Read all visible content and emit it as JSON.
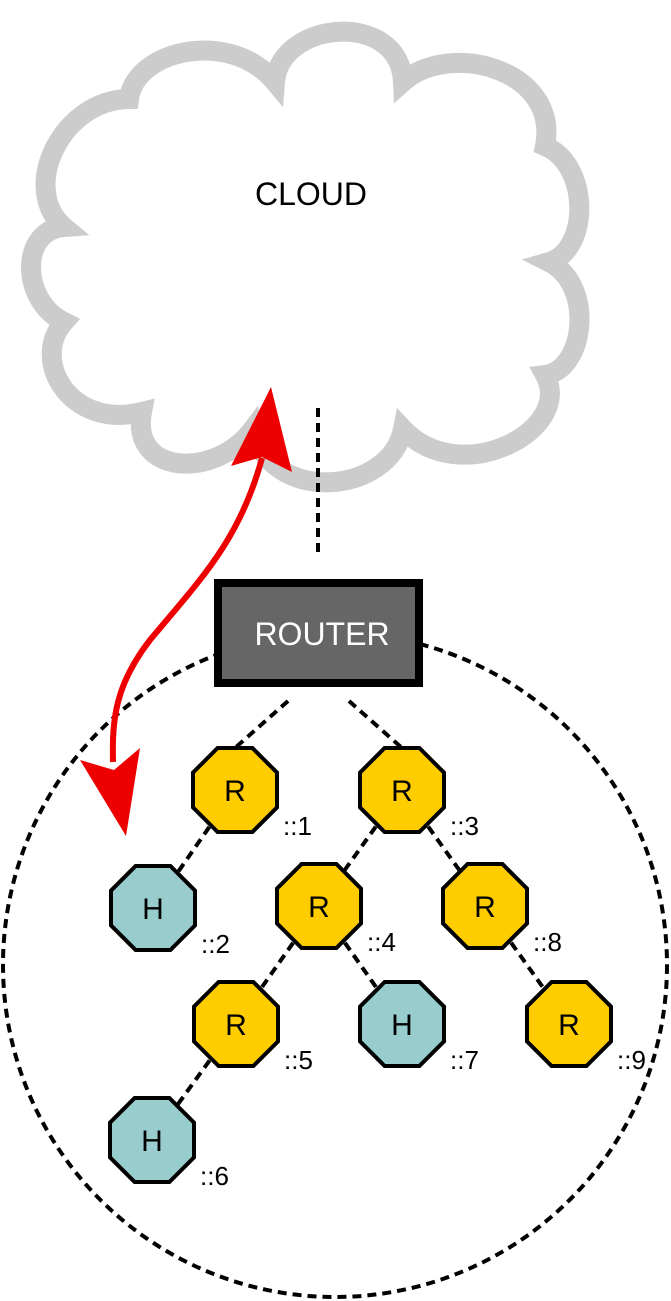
{
  "cloud": {
    "label": "CLOUD",
    "stroke_color": "#cccccc",
    "fill_color": "#ffffff"
  },
  "router": {
    "label": "ROUTER",
    "fill_color": "#666666",
    "border_color": "#000000",
    "text_color": "#ffffff"
  },
  "arrow": {
    "color": "#ee0000",
    "meaning": "bidirectional-connection",
    "from": "cloud",
    "to": "subnet"
  },
  "colors": {
    "router_node": "#ffcc00",
    "host_node": "#99cccc",
    "link": "#000000"
  },
  "nodes": [
    {
      "id": "n1",
      "type": "router",
      "letter": "R",
      "address": "::1"
    },
    {
      "id": "n2",
      "type": "host",
      "letter": "H",
      "address": "::2"
    },
    {
      "id": "n3",
      "type": "router",
      "letter": "R",
      "address": "::3"
    },
    {
      "id": "n4",
      "type": "router",
      "letter": "R",
      "address": "::4"
    },
    {
      "id": "n5",
      "type": "router",
      "letter": "R",
      "address": "::5"
    },
    {
      "id": "n6",
      "type": "host",
      "letter": "H",
      "address": "::6"
    },
    {
      "id": "n7",
      "type": "host",
      "letter": "H",
      "address": "::7"
    },
    {
      "id": "n8",
      "type": "router",
      "letter": "R",
      "address": "::8"
    },
    {
      "id": "n9",
      "type": "router",
      "letter": "R",
      "address": "::9"
    }
  ],
  "links": [
    {
      "from": "cloud",
      "to": "router"
    },
    {
      "from": "router",
      "to": "n1"
    },
    {
      "from": "router",
      "to": "n3"
    },
    {
      "from": "n1",
      "to": "n2"
    },
    {
      "from": "n3",
      "to": "n4"
    },
    {
      "from": "n3",
      "to": "n8"
    },
    {
      "from": "n4",
      "to": "n5"
    },
    {
      "from": "n4",
      "to": "n7"
    },
    {
      "from": "n5",
      "to": "n6"
    },
    {
      "from": "n8",
      "to": "n9"
    }
  ]
}
